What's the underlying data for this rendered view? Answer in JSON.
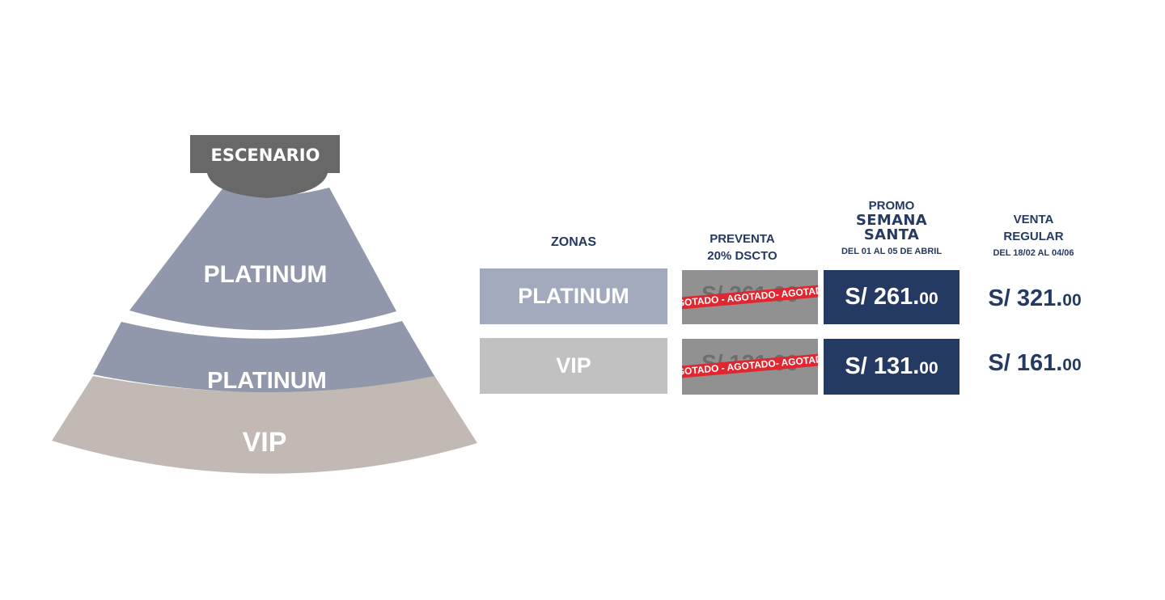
{
  "colors": {
    "navy": "#243a63",
    "platinum_zone": "#9198ab",
    "vip_zone": "#c2b8b4",
    "stage": "#686868",
    "sold_out_bg": "#919191",
    "ribbon_red": "#e02630",
    "platinum_label_box": "#a2aabe",
    "vip_label_box": "#c2c1c2"
  },
  "map": {
    "stage_label": "ESCENARIO",
    "sections": [
      {
        "label": "PLATINUM"
      },
      {
        "label": "PLATINUM"
      },
      {
        "label": "VIP"
      }
    ]
  },
  "headers": {
    "zonas": "ZONAS",
    "preventa_line1": "PREVENTA",
    "preventa_line2": "20% DSCTO",
    "promo_line1": "PROMO",
    "promo_line2": "SEMANA",
    "promo_line3": "SANTA",
    "promo_dates": "DEL 01 AL 05 DE ABRIL",
    "regular_line1": "VENTA",
    "regular_line2": "REGULAR",
    "regular_dates": "DEL 18/02 AL 04/06"
  },
  "rows": [
    {
      "zone": "PLATINUM",
      "preventa_price": "S/ 261.00",
      "sold_out_ribbon": "AGOTADO - AGOTADO- AGOTADO",
      "promo_price_main": "S/ 261.",
      "promo_price_cents": "00",
      "regular_price_main": "S/ 321.",
      "regular_price_cents": "00"
    },
    {
      "zone": "VIP",
      "preventa_price": "S/ 131.00",
      "sold_out_ribbon": "AGOTADO - AGOTADO- AGOTADO",
      "promo_price_main": "S/ 131.",
      "promo_price_cents": "00",
      "regular_price_main": "S/ 161.",
      "regular_price_cents": "00"
    }
  ]
}
